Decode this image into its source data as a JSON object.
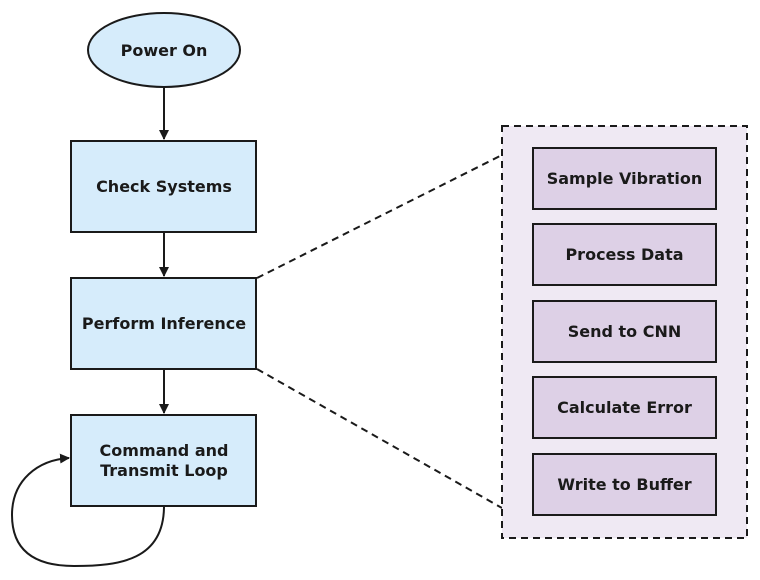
{
  "flow": {
    "start": "Power On",
    "check": "Check Systems",
    "infer": "Perform Inference",
    "loop_line1": "Command and",
    "loop_line2": "Transmit Loop"
  },
  "detail": {
    "steps": [
      "Sample Vibration",
      "Process Data",
      "Send to CNN",
      "Calculate Error",
      "Write to Buffer"
    ]
  },
  "colors": {
    "flow_fill": "#d6ecfb",
    "detail_panel_fill": "#efe9f3",
    "detail_box_fill": "#ddd0e6",
    "stroke": "#1a1a1a"
  }
}
